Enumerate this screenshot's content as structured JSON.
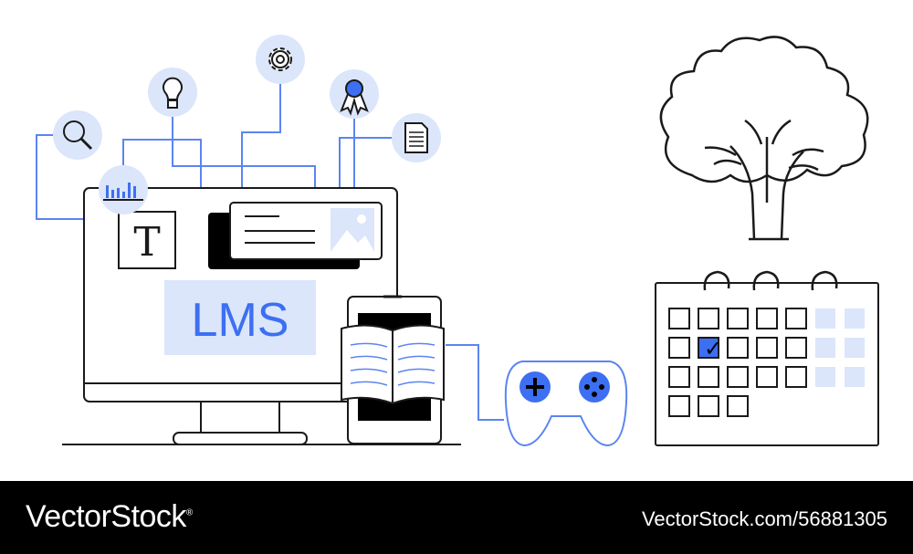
{
  "illustration": {
    "screen_badge": "LMS",
    "text_tile_glyph": "T",
    "calendar_check": "✓",
    "icons": [
      "search-icon",
      "bar-chart-icon",
      "lightbulb-icon",
      "gear-icon",
      "award-ribbon-icon",
      "document-icon",
      "image-icon",
      "gamepad-icon",
      "tree-icon",
      "calendar-icon",
      "open-book-icon",
      "tablet-icon",
      "monitor-icon"
    ],
    "colors": {
      "accent_blue": "#3d6ff2",
      "light_blue": "#dbe6fb",
      "line_blue": "#5b85f0",
      "stroke": "#1a1a1a",
      "footer_bg": "#000000"
    }
  },
  "footer": {
    "brand": "VectorStock",
    "registered_mark": "®",
    "stock_id": "VectorStock.com/56881305"
  }
}
